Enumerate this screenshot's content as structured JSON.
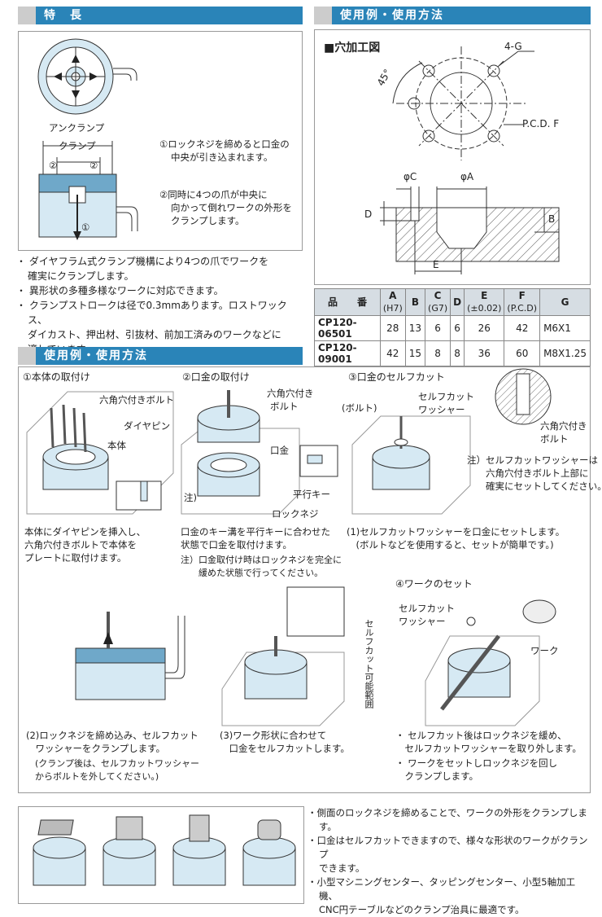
{
  "features": {
    "title": "特　長",
    "anchor_clamp": "アンクランプ",
    "clamp": "クランプ",
    "circle_labels": [
      "②",
      "②",
      "①"
    ],
    "note1_a": "①ロックネジを締めると口金の",
    "note1_b": "中央が引き込まれます。",
    "note2_a": "②同時に4つの爪が中央に",
    "note2_b": "向かって倒れワークの外形を",
    "note2_c": "クランプします。",
    "bullets": [
      [
        "・ ダイヤフラム式クランプ機構により4つの爪でワークを",
        "確実にクランプします。"
      ],
      [
        "・ 異形状の多種多様なワークに対応できます。"
      ],
      [
        "・ クランプストロークは径で0.3mmあります。ロストワックス、",
        "ダイカスト、押出材、引抜材、前加工済みのワークなどに",
        "適しています。"
      ]
    ]
  },
  "usage_top": {
    "title": "使用例・使用方法",
    "hole_title": "■穴加工図",
    "labels": {
      "g": "4-G",
      "angle": "45°",
      "pcd": "P.C.D. F",
      "phi_c": "φC",
      "phi_a": "φA",
      "d": "D",
      "b": "B",
      "e": "E"
    }
  },
  "spec_table": {
    "headers": [
      "品　　番",
      "A",
      "B",
      "C",
      "D",
      "E",
      "F",
      "G"
    ],
    "subheaders": [
      "",
      "(H7)",
      "",
      "(G7)",
      "",
      "(±0.02)",
      "(P.C.D)",
      ""
    ],
    "rows": [
      [
        "CP120-06501",
        "28",
        "13",
        "6",
        "6",
        "26",
        "42",
        "M6X1"
      ],
      [
        "CP120-09001",
        "42",
        "15",
        "8",
        "8",
        "36",
        "60",
        "M8X1.25"
      ]
    ]
  },
  "usage": {
    "title": "使用例・使用方法",
    "s1_title": "①本体の取付け",
    "s1_labels": [
      "六角穴付きボルト",
      "ダイヤピン",
      "本体"
    ],
    "s1_desc": [
      "本体にダイヤピンを挿入し、",
      "六角穴付きボルトで本体を",
      "プレートに取付けます。"
    ],
    "s2_title": "②口金の取付け",
    "s2_labels": [
      "六角穴付き",
      "ボルト",
      "口金",
      "平行キー",
      "ロックネジ",
      "注)"
    ],
    "s2_desc": [
      "口金のキー溝を平行キーに合わせた",
      "状態で口金を取付けます。",
      "注）口金取付け時はロックネジを完全に",
      "　　緩めた状態で行ってください。"
    ],
    "s3_title": "③口金のセルフカット",
    "s3_labels": [
      "(ボルト)",
      "セルフカット",
      "ワッシャー",
      "六角穴付き",
      "ボルト"
    ],
    "s3_note": [
      "注）セルフカットワッシャーは",
      "　　六角穴付きボルト上部に",
      "　　確実にセットしてください。"
    ],
    "s3_desc": [
      "(1)セルフカットワッシャーを口金にセットします。",
      "　(ボルトなどを使用すると、セットが簡単です。)"
    ],
    "s4_desc": [
      "(2)ロックネジを締め込み、セルフカット",
      "　ワッシャーをクランプします。",
      "　(クランプ後は、セルフカットワッシャー",
      "　からボルトを外してください。)"
    ],
    "s5_label": "セルフカット可能範囲",
    "s5_desc": [
      "(3)ワーク形状に合わせて",
      "　口金をセルフカットします。"
    ],
    "s6_title": "④ワークのセット",
    "s6_labels": [
      "セルフカット",
      "ワッシャー",
      "ワーク"
    ],
    "s6_desc": [
      "・ セルフカット後はロックネジを緩め、",
      "　セルフカットワッシャーを取り外します。",
      "・ ワークをセットしロックネジを回し",
      "　クランプします。"
    ]
  },
  "bottom": {
    "bullets": [
      [
        "・側面のロックネジを締めることで、ワークの外形をクランプします。"
      ],
      [
        "・口金はセルフカットできますので、様々な形状のワークがクランプ",
        "できます。"
      ],
      [
        "・小型マシニングセンター、タッピングセンター、小型5軸加工機、",
        "CNC円テーブルなどのクランプ治具に最適です。"
      ]
    ]
  },
  "colors": {
    "header": "#2a84b8",
    "part": "#d6e9f3",
    "table_head": "#d6dde3"
  }
}
